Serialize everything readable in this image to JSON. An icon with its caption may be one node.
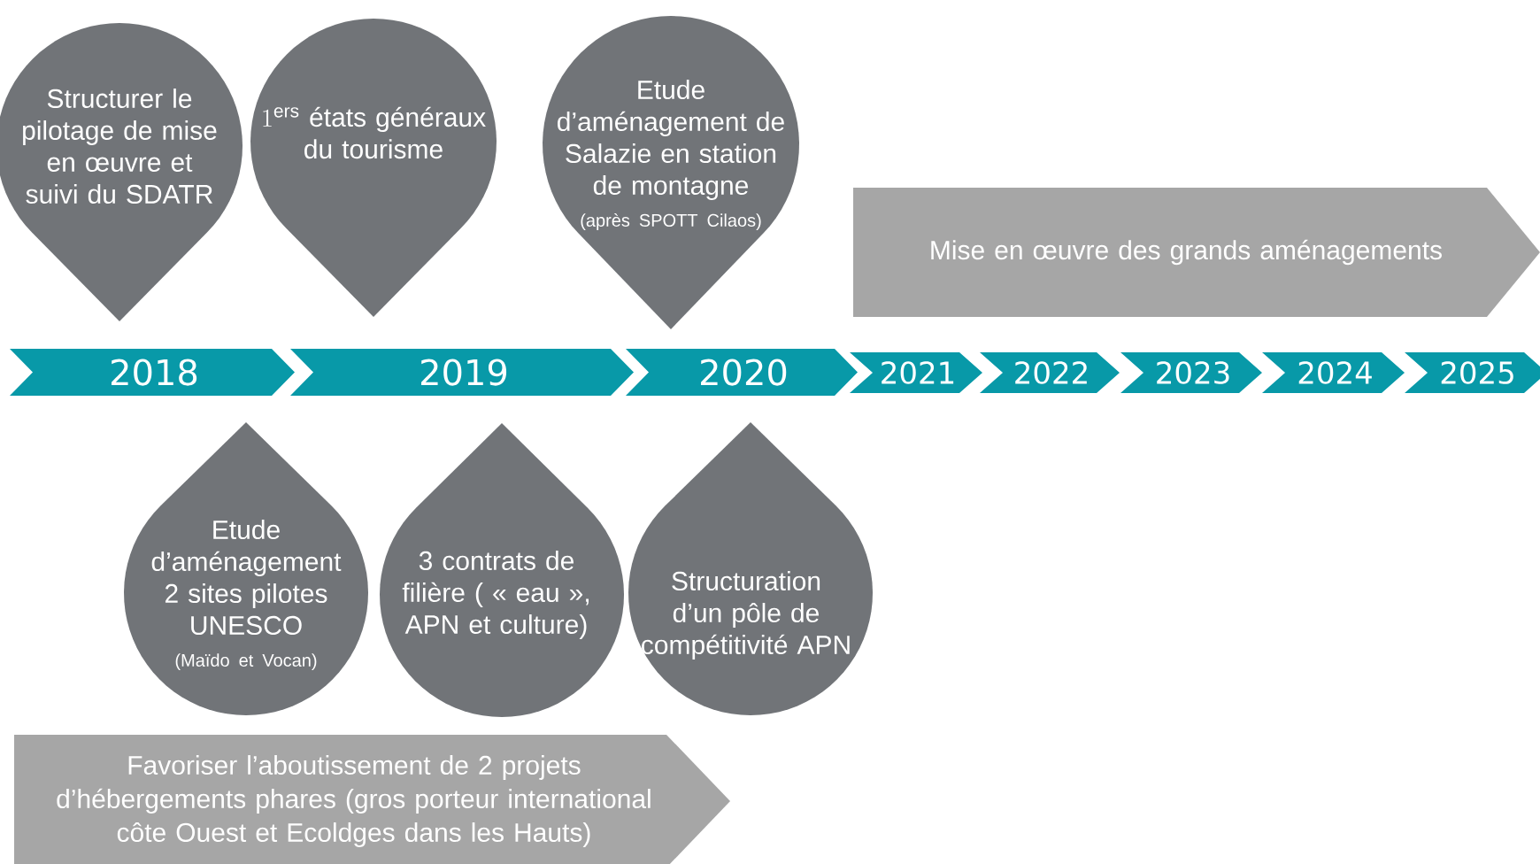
{
  "diagram": {
    "nodes": [
      {
        "text": [
          "Structurer le pilotage de mise en œuvre et suivi du SDATR"
        ]
      },
      {
        "text": [
          "1^{\\mathrm{ers}}",
          "états généraux du tourisme"
        ]
      },
      {
        "text": [
          "Etude d’aménagement de Salazie en station de montagne",
          "(après SPOTT Cilaos)"
        ]
      },
      {
        "text": [
          "Mise en œuvre des grands aménagements"
        ]
      },
      {
        "text": [
          "2018"
        ]
      },
      {
        "text": [
          "2019"
        ]
      },
      {
        "text": [
          "2020"
        ]
      },
      {
        "text": [
          "2021"
        ]
      },
      {
        "text": [
          "2022"
        ]
      },
      {
        "text": [
          "2023"
        ]
      },
      {
        "text": [
          "2024"
        ]
      },
      {
        "text": [
          "2025"
        ]
      },
      {
        "text": [
          "Etude d’aménagement 2 sites pilotes UNESCO",
          "(Maïdo et Vocan)"
        ]
      },
      {
        "text": [
          "3 contrats de filière ( « eau », APN et culture)"
        ]
      },
      {
        "text": [
          "Structuration d’un pôle de compétitivité APN"
        ]
      },
      {
        "text": [
          "Favoriser l’aboutissement de 2 projets d’hébergements phares (gros porteur international côte Ouest et Ecoldges dans les Hauts)"
        ]
      }
    ]
  }
}
